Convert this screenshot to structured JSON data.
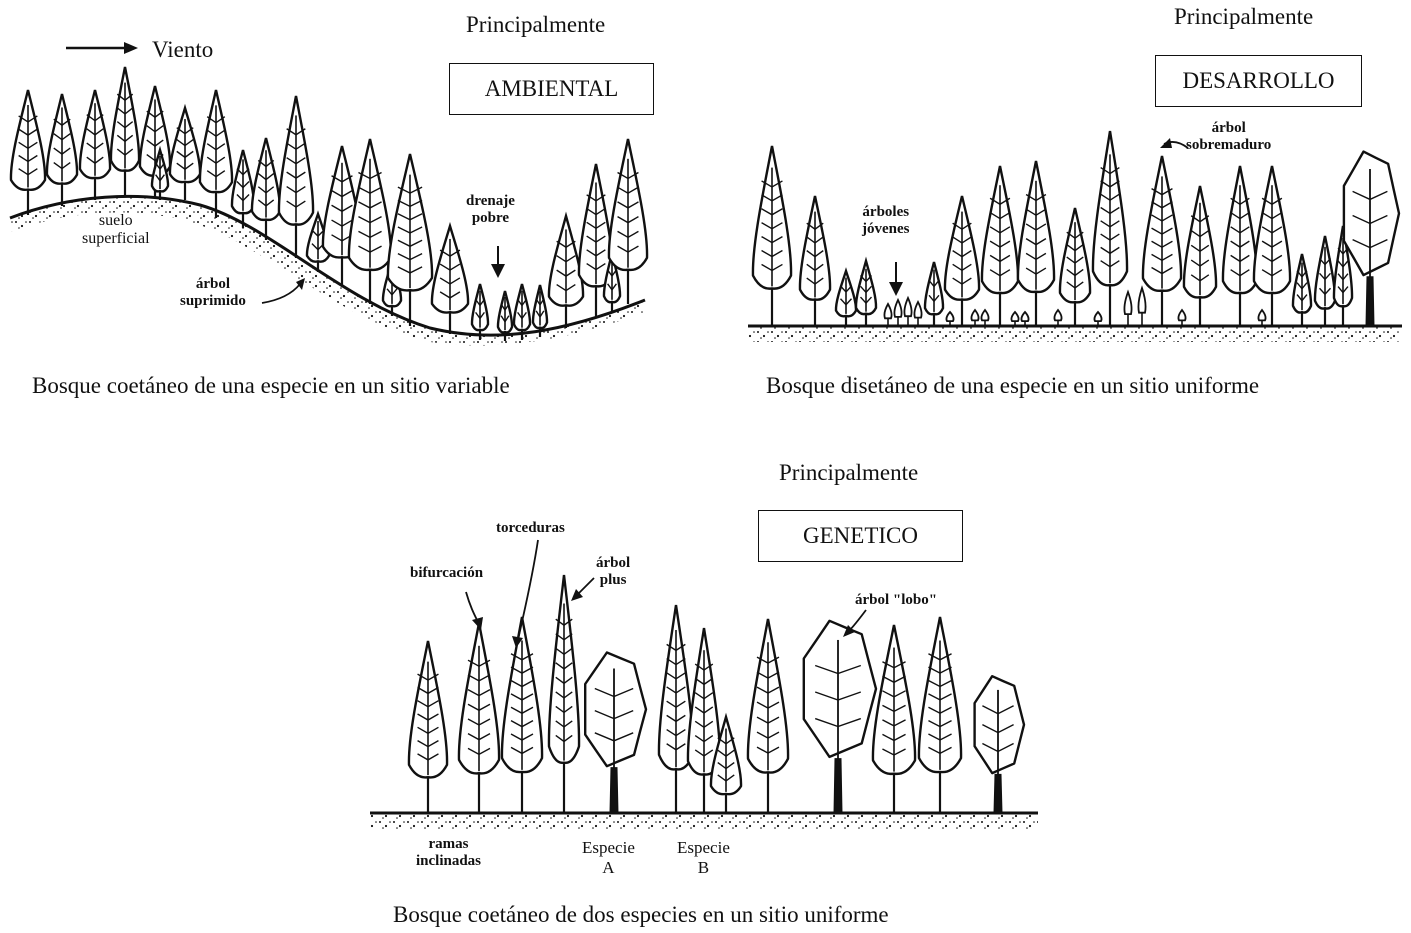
{
  "colors": {
    "ink": "#111111",
    "background": "#ffffff"
  },
  "panel_ambiental": {
    "heading": "Principalmente",
    "factor": "AMBIENTAL",
    "wind_label": "Viento",
    "labels": {
      "suelo": "suelo\nsuperficial",
      "suprimido": "árbol\nsuprimido",
      "drenaje": "drenaje\npobre"
    },
    "caption": "Bosque coetáneo de una especie en un sitio variable"
  },
  "panel_desarrollo": {
    "heading": "Principalmente",
    "factor": "DESARROLLO",
    "labels": {
      "jovenes": "árboles\njóvenes",
      "sobremaduro": "árbol\nsobremaduro"
    },
    "caption": "Bosque disetáneo de una especie en un sitio uniforme"
  },
  "panel_genetico": {
    "heading": "Principalmente",
    "factor": "GENETICO",
    "labels": {
      "bifurcacion": "bifurcación",
      "torceduras": "torceduras",
      "plus": "árbol\nplus",
      "lobo": "árbol \"lobo\"",
      "ramas": "ramas\ninclinadas",
      "especie_a": "Especie\nA",
      "especie_b": "Especie\nB"
    },
    "caption": "Bosque coetáneo de dos especies en un sitio uniforme"
  }
}
